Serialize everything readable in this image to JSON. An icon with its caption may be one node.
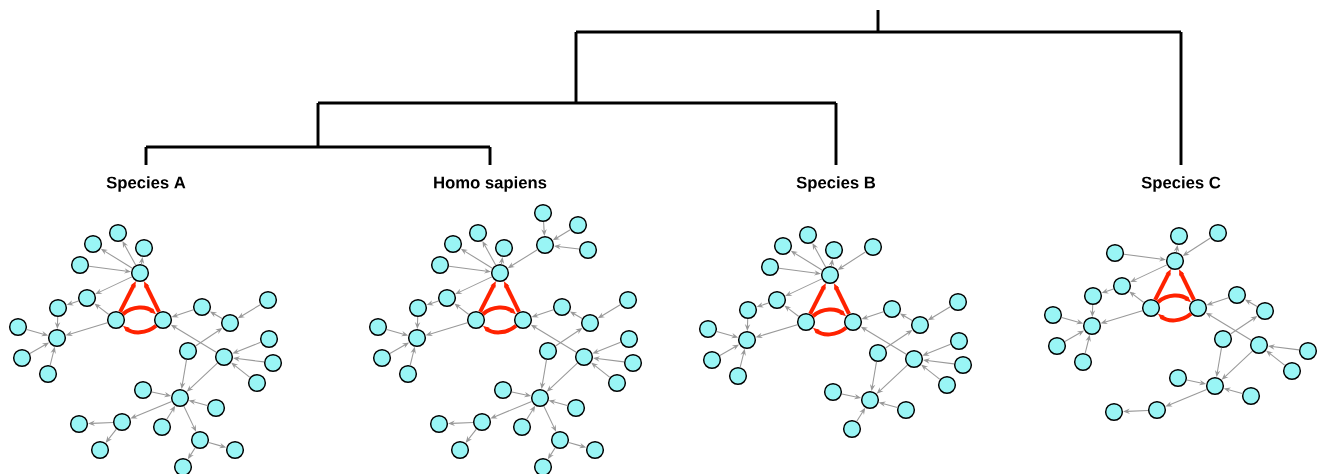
{
  "diagram": {
    "nodes": [
      {
        "text": [],
        "shape": "circle"
      },
      {
        "text": [],
        "shape": "circle"
      },
      {
        "text": [],
        "shape": "circle"
      },
      {
        "text": [],
        "shape": "circle"
      },
      {
        "text": [],
        "shape": "circle"
      },
      {
        "text": [],
        "shape": "circle"
      },
      {
        "text": [],
        "shape": "circle"
      },
      {
        "text": [],
        "shape": "circle"
      },
      {
        "text": [],
        "shape": "circle"
      },
      {
        "text": [],
        "shape": "circle"
      },
      {
        "text": [],
        "shape": "circle"
      },
      {
        "text": [],
        "shape": "circle"
      },
      {
        "text": [],
        "shape": "circle"
      },
      {
        "text": [],
        "shape": "circle"
      },
      {
        "text": [],
        "shape": "circle"
      },
      {
        "text": [],
        "shape": "circle"
      },
      {
        "text": [],
        "shape": "circle"
      },
      {
        "text": [],
        "shape": "circle"
      },
      {
        "text": [],
        "shape": "circle"
      },
      {
        "text": [],
        "shape": "circle"
      },
      {
        "text": [],
        "shape": "circle"
      },
      {
        "text": [],
        "shape": "circle"
      },
      {
        "text": [],
        "shape": "circle"
      },
      {
        "text": [],
        "shape": "circle"
      },
      {
        "text": [],
        "shape": "circle"
      },
      {
        "text": [],
        "shape": "circle"
      },
      {
        "text": [],
        "shape": "circle"
      },
      {
        "text": [],
        "shape": "circle"
      },
      {
        "text": [],
        "shape": "circle"
      },
      {
        "text": [],
        "shape": "circle"
      },
      {
        "text": [],
        "shape": "circle"
      },
      {
        "text": [],
        "shape": "circle"
      },
      {
        "text": [],
        "shape": "circle"
      },
      {
        "text": [],
        "shape": "circle"
      },
      {
        "text": [],
        "shape": "circle"
      },
      {
        "text": [],
        "shape": "circle"
      },
      {
        "text": [],
        "shape": "circle"
      },
      {
        "text": [],
        "shape": "circle"
      },
      {
        "text": [],
        "shape": "circle"
      },
      {
        "text": [],
        "shape": "circle"
      },
      {
        "text": [],
        "shape": "circle"
      },
      {
        "text": [],
        "shape": "circle"
      },
      {
        "text": [],
        "shape": "circle"
      },
      {
        "text": [],
        "shape": "circle"
      },
      {
        "text": [],
        "shape": "circle"
      },
      {
        "text": [],
        "shape": "circle"
      },
      {
        "text": [],
        "shape": "circle"
      },
      {
        "text": [],
        "shape": "circle"
      },
      {
        "text": [],
        "shape": "circle"
      },
      {
        "text": [],
        "shape": "circle"
      },
      {
        "text": [],
        "shape": "circle"
      },
      {
        "text": [],
        "shape": "circle"
      },
      {
        "text": [],
        "shape": "circle"
      },
      {
        "text": [],
        "shape": "circle"
      },
      {
        "text": [],
        "shape": "circle"
      },
      {
        "text": [],
        "shape": "circle"
      },
      {
        "text": [],
        "shape": "circle"
      },
      {
        "text": [],
        "shape": "circle"
      },
      {
        "text": [],
        "shape": "circle"
      },
      {
        "text": [],
        "shape": "circle"
      },
      {
        "text": [],
        "shape": "circle"
      },
      {
        "text": [],
        "shape": "circle"
      },
      {
        "text": [],
        "shape": "circle"
      },
      {
        "text": [],
        "shape": "circle"
      },
      {
        "text": [],
        "shape": "circle"
      },
      {
        "text": [],
        "shape": "circle"
      },
      {
        "text": [],
        "shape": "circle"
      },
      {
        "text": [],
        "shape": "circle"
      },
      {
        "text": [],
        "shape": "circle"
      },
      {
        "text": [],
        "shape": "circle"
      },
      {
        "text": [],
        "shape": "circle"
      },
      {
        "text": [],
        "shape": "circle"
      },
      {
        "text": [],
        "shape": "circle"
      },
      {
        "text": [],
        "shape": "circle"
      },
      {
        "text": [],
        "shape": "circle"
      },
      {
        "text": [],
        "shape": "circle"
      },
      {
        "text": [],
        "shape": "circle"
      },
      {
        "text": [],
        "shape": "circle"
      },
      {
        "text": [],
        "shape": "circle"
      },
      {
        "text": [],
        "shape": "circle"
      },
      {
        "text": [],
        "shape": "circle"
      },
      {
        "text": [],
        "shape": "circle"
      },
      {
        "text": [],
        "shape": "circle"
      },
      {
        "text": [],
        "shape": "circle"
      },
      {
        "text": [],
        "shape": "circle"
      },
      {
        "text": [],
        "shape": "circle"
      },
      {
        "text": [],
        "shape": "circle"
      },
      {
        "text": [],
        "shape": "circle"
      },
      {
        "text": [],
        "shape": "circle"
      },
      {
        "text": [],
        "shape": "circle"
      },
      {
        "text": [],
        "shape": "circle"
      },
      {
        "text": [],
        "shape": "circle"
      },
      {
        "text": [],
        "shape": "circle"
      },
      {
        "text": [],
        "shape": "circle"
      },
      {
        "text": [],
        "shape": "circle"
      },
      {
        "text": [],
        "shape": "circle"
      },
      {
        "text": [],
        "shape": "circle"
      },
      {
        "text": [],
        "shape": "circle"
      },
      {
        "text": [],
        "shape": "circle"
      },
      {
        "text": [],
        "shape": "circle"
      },
      {
        "text": [],
        "shape": "circle"
      },
      {
        "text": [],
        "shape": "circle"
      },
      {
        "text": [],
        "shape": "circle"
      },
      {
        "text": [],
        "shape": "circle"
      },
      {
        "text": [],
        "shape": "circle"
      },
      {
        "text": [],
        "shape": "circle"
      },
      {
        "text": [],
        "shape": "circle"
      },
      {
        "text": [],
        "shape": "circle"
      },
      {
        "text": [],
        "shape": "circle"
      },
      {
        "text": [],
        "shape": "circle"
      },
      {
        "text": [],
        "shape": "circle"
      },
      {
        "text": [],
        "shape": "circle"
      },
      {
        "text": [],
        "shape": "circle"
      },
      {
        "text": [],
        "shape": "circle"
      },
      {
        "text": [],
        "shape": "circle"
      }
    ],
    "edges": [
      {
        "from": 1,
        "to": 0,
        "arrow": "to",
        "style": "thick",
        "color": "#ff2200"
      },
      {
        "from": 2,
        "to": 0,
        "arrow": "to",
        "style": "thick",
        "color": "#ff2200"
      },
      {
        "from": 1,
        "to": 2,
        "arrow": "to",
        "style": "thick",
        "color": "#ff2200"
      },
      {
        "from": 2,
        "to": 1,
        "arrow": "to",
        "style": "thick",
        "color": "#ff2200"
      },
      {
        "from": 0,
        "to": 3,
        "arrow": "to"
      },
      {
        "from": 0,
        "to": 4,
        "arrow": "to"
      },
      {
        "from": 0,
        "to": 5,
        "arrow": "to"
      },
      {
        "from": 6,
        "to": 0,
        "arrow": "to"
      },
      {
        "from": 0,
        "to": 7,
        "arrow": "to"
      },
      {
        "from": 1,
        "to": 7,
        "arrow": "to"
      },
      {
        "from": 7,
        "to": 8,
        "arrow": "to"
      },
      {
        "from": 8,
        "to": 9,
        "arrow": "to"
      },
      {
        "from": 1,
        "to": 9,
        "arrow": "to"
      },
      {
        "from": 10,
        "to": 9,
        "arrow": "to"
      },
      {
        "from": 11,
        "to": 9,
        "arrow": "to"
      },
      {
        "from": 12,
        "to": 9,
        "arrow": "to"
      },
      {
        "from": 13,
        "to": 2,
        "arrow": "to"
      },
      {
        "from": 14,
        "to": 13,
        "arrow": "to"
      },
      {
        "from": 15,
        "to": 14,
        "arrow": "to"
      },
      {
        "from": 16,
        "to": 14,
        "arrow": "to"
      },
      {
        "from": 17,
        "to": 2,
        "arrow": "to"
      },
      {
        "from": 18,
        "to": 17,
        "arrow": "to"
      },
      {
        "from": 19,
        "to": 17,
        "arrow": "to"
      },
      {
        "from": 20,
        "to": 17,
        "arrow": "to"
      },
      {
        "from": 16,
        "to": 21,
        "arrow": "to"
      },
      {
        "from": 17,
        "to": 21,
        "arrow": "to"
      },
      {
        "from": 22,
        "to": 21,
        "arrow": "to"
      },
      {
        "from": 23,
        "to": 21,
        "arrow": "to"
      },
      {
        "from": 24,
        "to": 21,
        "arrow": "to"
      },
      {
        "from": 21,
        "to": 25,
        "arrow": "to"
      },
      {
        "from": 25,
        "to": 26,
        "arrow": "to"
      },
      {
        "from": 25,
        "to": 27,
        "arrow": "to"
      },
      {
        "from": 21,
        "to": 28,
        "arrow": "to"
      },
      {
        "from": 28,
        "to": 29,
        "arrow": "to"
      },
      {
        "from": 28,
        "to": 30,
        "arrow": "to"
      },
      {
        "from": 32,
        "to": 31,
        "arrow": "to",
        "style": "thick",
        "color": "#ff2200"
      },
      {
        "from": 33,
        "to": 31,
        "arrow": "to",
        "style": "thick",
        "color": "#ff2200"
      },
      {
        "from": 32,
        "to": 33,
        "arrow": "to",
        "style": "thick",
        "color": "#ff2200"
      },
      {
        "from": 33,
        "to": 32,
        "arrow": "to",
        "style": "thick",
        "color": "#ff2200"
      },
      {
        "from": 31,
        "to": 34,
        "arrow": "to"
      },
      {
        "from": 31,
        "to": 35,
        "arrow": "to"
      },
      {
        "from": 31,
        "to": 36,
        "arrow": "to"
      },
      {
        "from": 37,
        "to": 31,
        "arrow": "to"
      },
      {
        "from": 31,
        "to": 38,
        "arrow": "to"
      },
      {
        "from": 32,
        "to": 38,
        "arrow": "to"
      },
      {
        "from": 38,
        "to": 39,
        "arrow": "to"
      },
      {
        "from": 39,
        "to": 40,
        "arrow": "to"
      },
      {
        "from": 32,
        "to": 40,
        "arrow": "to"
      },
      {
        "from": 41,
        "to": 40,
        "arrow": "to"
      },
      {
        "from": 42,
        "to": 40,
        "arrow": "to"
      },
      {
        "from": 43,
        "to": 40,
        "arrow": "to"
      },
      {
        "from": 44,
        "to": 33,
        "arrow": "to"
      },
      {
        "from": 45,
        "to": 44,
        "arrow": "to"
      },
      {
        "from": 46,
        "to": 45,
        "arrow": "to"
      },
      {
        "from": 47,
        "to": 45,
        "arrow": "to"
      },
      {
        "from": 48,
        "to": 33,
        "arrow": "to"
      },
      {
        "from": 49,
        "to": 48,
        "arrow": "to"
      },
      {
        "from": 50,
        "to": 48,
        "arrow": "to"
      },
      {
        "from": 51,
        "to": 48,
        "arrow": "to"
      },
      {
        "from": 47,
        "to": 52,
        "arrow": "to"
      },
      {
        "from": 48,
        "to": 52,
        "arrow": "to"
      },
      {
        "from": 53,
        "to": 52,
        "arrow": "to"
      },
      {
        "from": 54,
        "to": 52,
        "arrow": "to"
      },
      {
        "from": 55,
        "to": 52,
        "arrow": "to"
      },
      {
        "from": 52,
        "to": 56,
        "arrow": "to"
      },
      {
        "from": 56,
        "to": 57,
        "arrow": "to"
      },
      {
        "from": 56,
        "to": 58,
        "arrow": "to"
      },
      {
        "from": 52,
        "to": 59,
        "arrow": "to"
      },
      {
        "from": 59,
        "to": 60,
        "arrow": "to"
      },
      {
        "from": 59,
        "to": 61,
        "arrow": "to"
      },
      {
        "from": 62,
        "to": 31,
        "arrow": "to"
      },
      {
        "from": 63,
        "to": 62,
        "arrow": "to"
      },
      {
        "from": 64,
        "to": 62,
        "arrow": "to"
      },
      {
        "from": 65,
        "to": 62,
        "arrow": "to"
      },
      {
        "from": 67,
        "to": 66,
        "arrow": "to",
        "style": "thick",
        "color": "#ff2200"
      },
      {
        "from": 68,
        "to": 66,
        "arrow": "to",
        "style": "thick",
        "color": "#ff2200"
      },
      {
        "from": 67,
        "to": 68,
        "arrow": "to",
        "style": "thick",
        "color": "#ff2200"
      },
      {
        "from": 68,
        "to": 67,
        "arrow": "to",
        "style": "thick",
        "color": "#ff2200"
      },
      {
        "from": 66,
        "to": 69,
        "arrow": "to"
      },
      {
        "from": 66,
        "to": 70,
        "arrow": "to"
      },
      {
        "from": 66,
        "to": 71,
        "arrow": "to"
      },
      {
        "from": 72,
        "to": 66,
        "arrow": "to"
      },
      {
        "from": 66,
        "to": 73,
        "arrow": "to"
      },
      {
        "from": 67,
        "to": 73,
        "arrow": "to"
      },
      {
        "from": 73,
        "to": 74,
        "arrow": "to"
      },
      {
        "from": 74,
        "to": 75,
        "arrow": "to"
      },
      {
        "from": 67,
        "to": 75,
        "arrow": "to"
      },
      {
        "from": 76,
        "to": 75,
        "arrow": "to"
      },
      {
        "from": 77,
        "to": 75,
        "arrow": "to"
      },
      {
        "from": 78,
        "to": 75,
        "arrow": "to"
      },
      {
        "from": 79,
        "to": 68,
        "arrow": "to"
      },
      {
        "from": 80,
        "to": 79,
        "arrow": "to"
      },
      {
        "from": 81,
        "to": 80,
        "arrow": "to"
      },
      {
        "from": 82,
        "to": 80,
        "arrow": "to"
      },
      {
        "from": 83,
        "to": 68,
        "arrow": "to"
      },
      {
        "from": 84,
        "to": 83,
        "arrow": "to"
      },
      {
        "from": 85,
        "to": 83,
        "arrow": "to"
      },
      {
        "from": 86,
        "to": 83,
        "arrow": "to"
      },
      {
        "from": 82,
        "to": 87,
        "arrow": "to"
      },
      {
        "from": 83,
        "to": 87,
        "arrow": "to"
      },
      {
        "from": 88,
        "to": 87,
        "arrow": "to"
      },
      {
        "from": 89,
        "to": 87,
        "arrow": "to"
      },
      {
        "from": 90,
        "to": 87,
        "arrow": "to"
      },
      {
        "from": 91,
        "to": 66,
        "arrow": "to"
      },
      {
        "from": 93,
        "to": 92,
        "arrow": "to",
        "style": "thick",
        "color": "#ff2200"
      },
      {
        "from": 94,
        "to": 92,
        "arrow": "to",
        "style": "thick",
        "color": "#ff2200"
      },
      {
        "from": 93,
        "to": 94,
        "arrow": "to",
        "style": "thick",
        "color": "#ff2200"
      },
      {
        "from": 94,
        "to": 93,
        "arrow": "to",
        "style": "thick",
        "color": "#ff2200"
      },
      {
        "from": 92,
        "to": 95,
        "arrow": "to"
      },
      {
        "from": 96,
        "to": 92,
        "arrow": "to"
      },
      {
        "from": 92,
        "to": 97,
        "arrow": "to"
      },
      {
        "from": 93,
        "to": 97,
        "arrow": "to"
      },
      {
        "from": 97,
        "to": 98,
        "arrow": "to"
      },
      {
        "from": 98,
        "to": 99,
        "arrow": "to"
      },
      {
        "from": 93,
        "to": 99,
        "arrow": "to"
      },
      {
        "from": 100,
        "to": 99,
        "arrow": "to"
      },
      {
        "from": 101,
        "to": 99,
        "arrow": "to"
      },
      {
        "from": 102,
        "to": 99,
        "arrow": "to"
      },
      {
        "from": 103,
        "to": 94,
        "arrow": "to"
      },
      {
        "from": 104,
        "to": 103,
        "arrow": "to"
      },
      {
        "from": 105,
        "to": 104,
        "arrow": "to"
      },
      {
        "from": 106,
        "to": 94,
        "arrow": "to"
      },
      {
        "from": 107,
        "to": 106,
        "arrow": "to"
      },
      {
        "from": 108,
        "to": 106,
        "arrow": "to"
      },
      {
        "from": 105,
        "to": 109,
        "arrow": "to"
      },
      {
        "from": 106,
        "to": 109,
        "arrow": "to"
      },
      {
        "from": 110,
        "to": 109,
        "arrow": "to"
      },
      {
        "from": 111,
        "to": 109,
        "arrow": "to"
      },
      {
        "from": 109,
        "to": 112,
        "arrow": "to"
      },
      {
        "from": 112,
        "to": 113,
        "arrow": "to"
      },
      {
        "from": 114,
        "to": 92,
        "arrow": "to"
      }
    ],
    "labels": [
      "Species A",
      "Homo sapiens",
      "Species B",
      "Species C"
    ]
  }
}
